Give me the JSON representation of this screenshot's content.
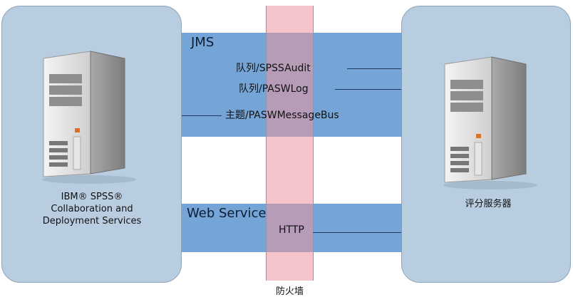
{
  "diagram": {
    "jms": {
      "title": "JMS",
      "connections": [
        "队列/SPSSAudit",
        "队列/PASWLog",
        "主题/PASWMessageBus"
      ]
    },
    "web_service": {
      "title": "Web Service",
      "connections": [
        "HTTP"
      ]
    },
    "firewall": {
      "label": "防火墙"
    },
    "left_server": {
      "lines": [
        "IBM® SPSS®",
        "Collaboration and",
        "Deployment Services"
      ],
      "icon": "server-tower-icon"
    },
    "right_server": {
      "lines": [
        "评分服务器"
      ],
      "icon": "server-tower-icon"
    },
    "colors": {
      "panel": "#b9cde0",
      "band": "#6ea0d4",
      "firewall": "#ec96a0"
    }
  }
}
